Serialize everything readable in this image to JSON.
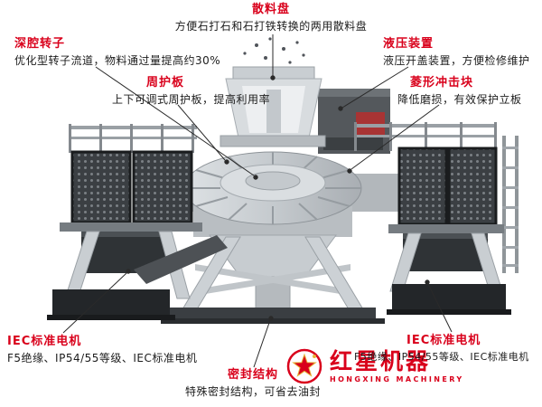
{
  "colors": {
    "accent_red": "#d9001b",
    "text_black": "#1c1c1c",
    "callout_line": "#2a2a2a",
    "machine_light": "#d8dcdf",
    "machine_dark": "#232629"
  },
  "annotations": {
    "scatter_plate": {
      "title": "散料盘",
      "desc": "方便石打石和石打铁转换的两用散料盘"
    },
    "deep_rotor": {
      "title": "深腔转子",
      "desc": "优化型转子流道，物料通过量提高约30%"
    },
    "guard_plate": {
      "title": "周护板",
      "desc": "上下可调式周护板，提高利用率"
    },
    "hydraulic": {
      "title": "液压装置",
      "desc": "液压开盖装置，方便检修维护"
    },
    "impact_block": {
      "title": "菱形冲击块",
      "desc": "降低磨损，有效保护立板"
    },
    "motor_left": {
      "title": "IEC标准电机",
      "desc": "F5绝缘、IP54/55等级、IEC标准电机"
    },
    "seal": {
      "title": "密封结构",
      "desc": "特殊密封结构，可省去油封"
    },
    "motor_right": {
      "title": "IEC标准电机",
      "desc": "F5绝缘、IP54/55等级、IEC标准电机"
    }
  },
  "logo": {
    "brand": "红星机器",
    "subtitle": "HONGXING MACHINERY"
  }
}
